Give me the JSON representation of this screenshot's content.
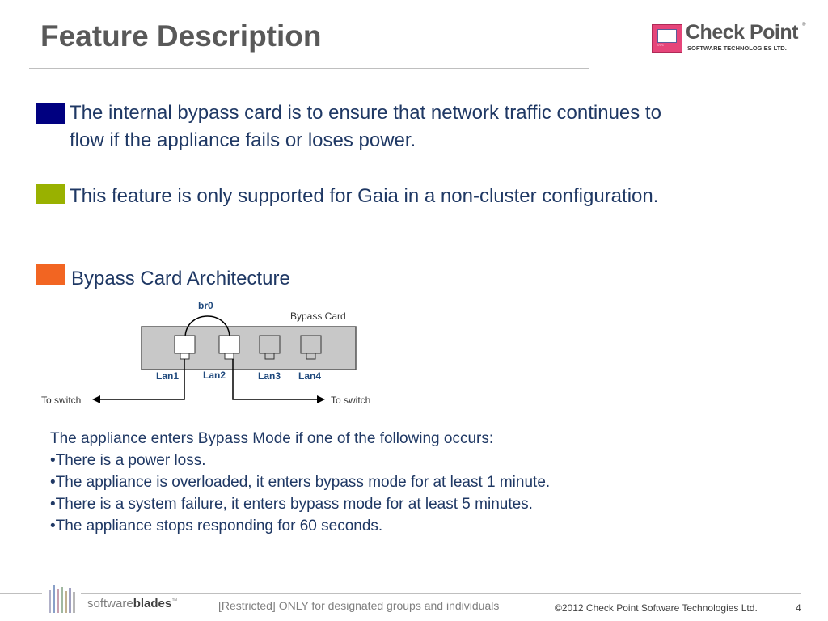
{
  "slide": {
    "title": "Feature Description"
  },
  "logo": {
    "name": "Check Point",
    "reg": "®",
    "subtitle": "SOFTWARE TECHNOLOGIES LTD."
  },
  "bullets": [
    {
      "color": "#000080",
      "text": " The internal bypass card is to ensure that network traffic continues to flow if the appliance fails or loses power."
    },
    {
      "color": "#99b100",
      "text": " This feature is only supported for Gaia in a non-cluster configuration."
    },
    {
      "color": "#f26522",
      "text": " Bypass Card Architecture"
    }
  ],
  "diagram": {
    "bridge_label": "br0",
    "card_label": "Bypass Card",
    "ports": [
      "Lan1",
      "Lan2",
      "Lan3",
      "Lan4"
    ],
    "left_switch": "To switch",
    "right_switch": "To switch"
  },
  "conditions": {
    "intro": "The appliance enters Bypass Mode if one of the following occurs:",
    "items": [
      "•There is a power loss.",
      "•The appliance is overloaded, it enters bypass mode for at least 1 minute.",
      "•There is a system failure, it enters bypass mode for at least 5 minutes.",
      "•The appliance stops responding for 60 seconds."
    ]
  },
  "footer": {
    "brand_light": "software",
    "brand_bold": "blades",
    "brand_tm": "™",
    "restricted": "[Restricted] ONLY for designated groups and individuals",
    "copyright": "©2012 Check Point Software Technologies Ltd.",
    "page_number": "4"
  }
}
